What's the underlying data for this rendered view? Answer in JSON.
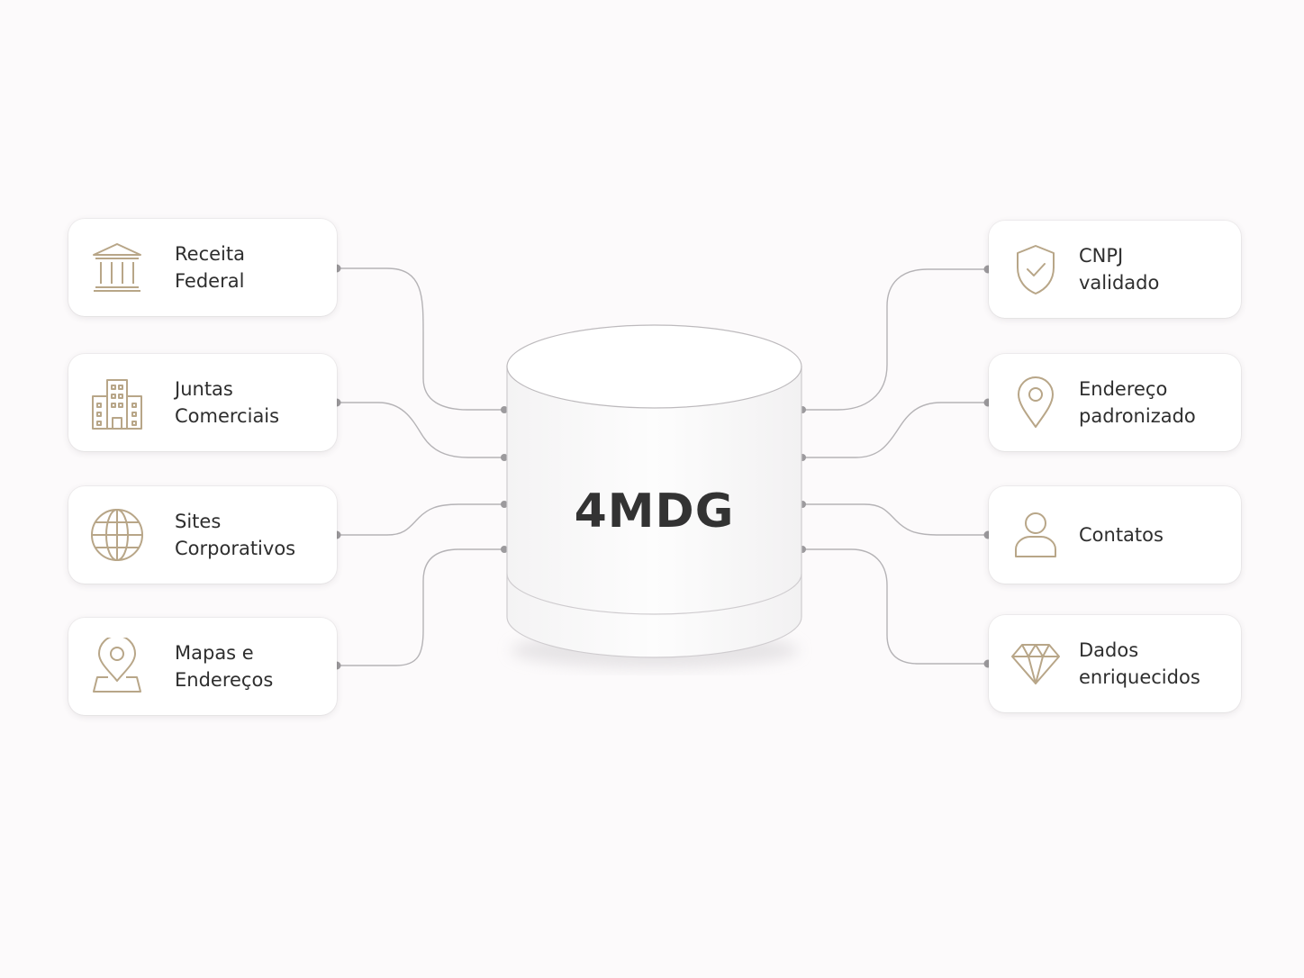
{
  "database": {
    "label": "4MDG"
  },
  "sources": [
    {
      "label": "Receita\nFederal",
      "icon": "bank-icon"
    },
    {
      "label": "Juntas\nComerciais",
      "icon": "buildings-icon"
    },
    {
      "label": "Sites\nCorporativos",
      "icon": "globe-icon"
    },
    {
      "label": "Mapas e\nEndereços",
      "icon": "map-pin-icon"
    }
  ],
  "outputs": [
    {
      "label": "CNPJ\nvalidado",
      "icon": "shield-check-icon"
    },
    {
      "label": "Endereço\npadronizado",
      "icon": "location-pin-icon"
    },
    {
      "label": "Contatos",
      "icon": "user-icon"
    },
    {
      "label": "Dados\nenriquecidos",
      "icon": "diamond-icon"
    }
  ],
  "colors": {
    "icon": "#b8a688",
    "connector": "#b5b3b6",
    "dot": "#9c9a9d",
    "text": "#2e2e2e"
  }
}
